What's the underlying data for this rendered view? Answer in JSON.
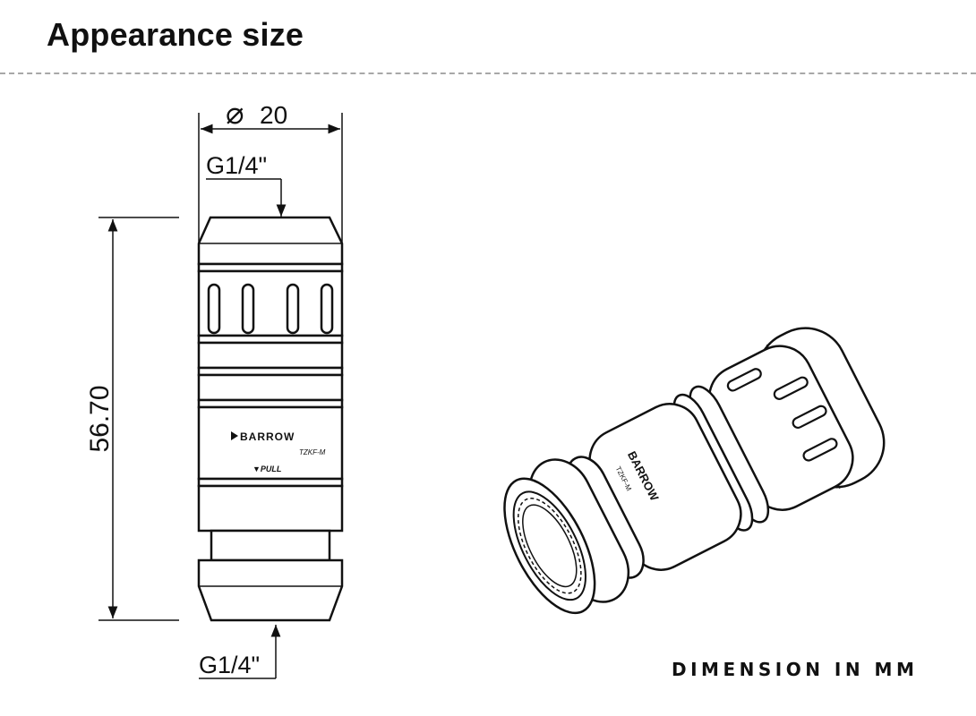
{
  "header": {
    "title": "Appearance size"
  },
  "front_view": {
    "diameter_symbol": "⌀",
    "diameter_value": "20",
    "top_thread": "G1/4\"",
    "bottom_thread": "G1/4\"",
    "length": "56.70",
    "brand": "BARROW",
    "model": "TZKF-M",
    "pull_label": "▼PULL"
  },
  "iso_view": {
    "brand": "BARROW",
    "model": "TZKF-M"
  },
  "footer": {
    "units_note": "DIMENSION IN MM"
  }
}
